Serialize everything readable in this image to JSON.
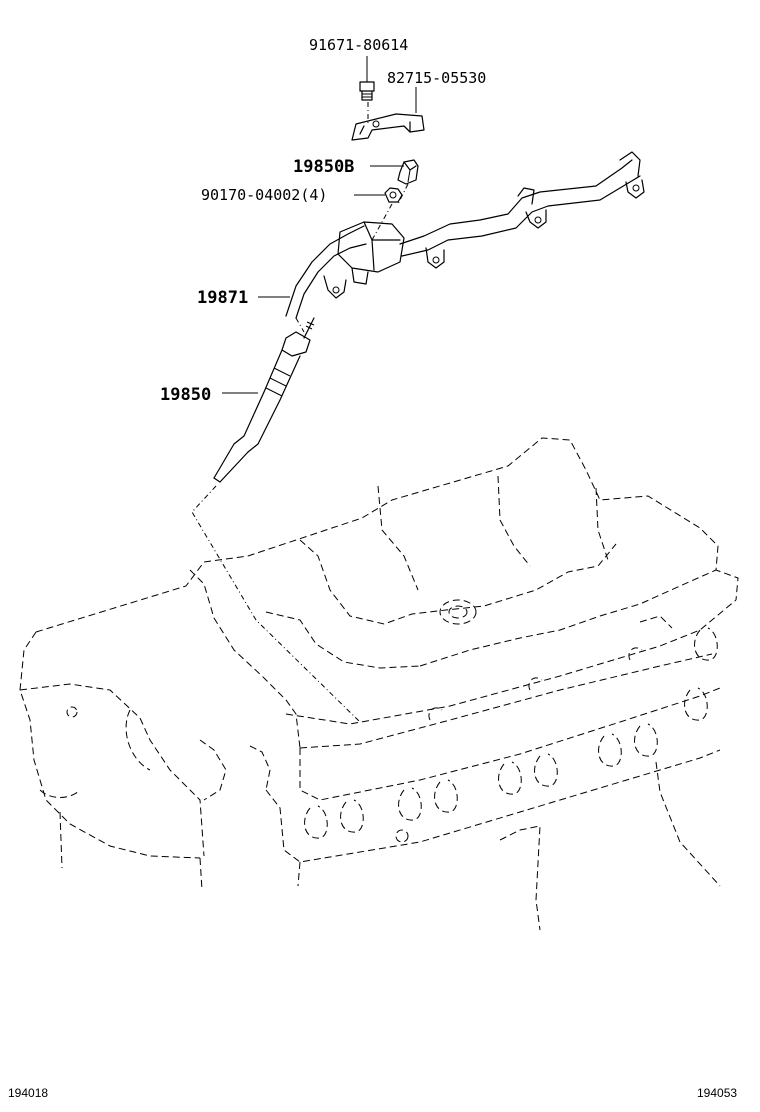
{
  "parts": {
    "p91671": "91671-80614",
    "p82715": "82715-05530",
    "p19850b": "19850B",
    "p90170": "90170-04002(4)",
    "p19871": "19871",
    "p19850": "19850"
  },
  "footer": {
    "left_code": "194018",
    "right_code": "194053"
  }
}
